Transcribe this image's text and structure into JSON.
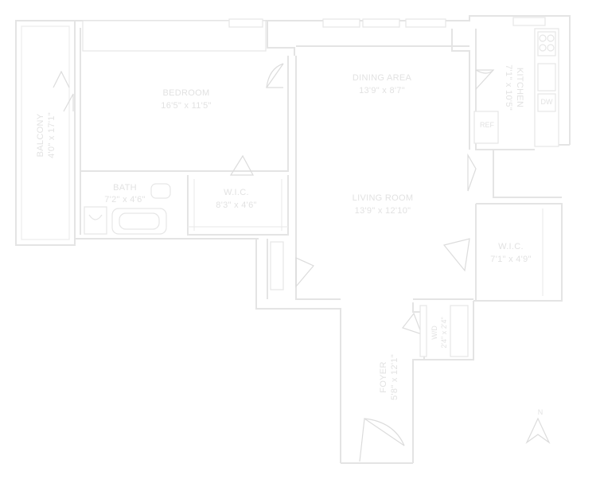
{
  "rooms": {
    "balcony": {
      "name": "BALCONY",
      "dims": "4'0\" x 17'1\""
    },
    "bedroom": {
      "name": "BEDROOM",
      "dims": "16'5\" x 11'5\""
    },
    "bath": {
      "name": "BATH",
      "dims": "7'2\" x 4'6\""
    },
    "wic_bedroom": {
      "name": "W.I.C.",
      "dims": "8'3\" x 4'6\""
    },
    "dining_area": {
      "name": "DINING AREA",
      "dims": "13'9\" x 8'7\""
    },
    "kitchen": {
      "name": "KITCHEN",
      "dims": "7'1\" x 10'5\""
    },
    "living_room": {
      "name": "LIVING ROOM",
      "dims": "13'9\" x 12'10\""
    },
    "wic_living": {
      "name": "W.I.C.",
      "dims": "7'1\" x 4'9\""
    },
    "foyer": {
      "name": "FOYER",
      "dims": "5'8\" x 12'1\""
    },
    "wd": {
      "name": "W/D",
      "dims": "2'4\" x 2'4\""
    }
  },
  "fixtures": {
    "refrigerator": "REF",
    "dishwasher": "DW"
  },
  "compass": {
    "label": "N"
  }
}
